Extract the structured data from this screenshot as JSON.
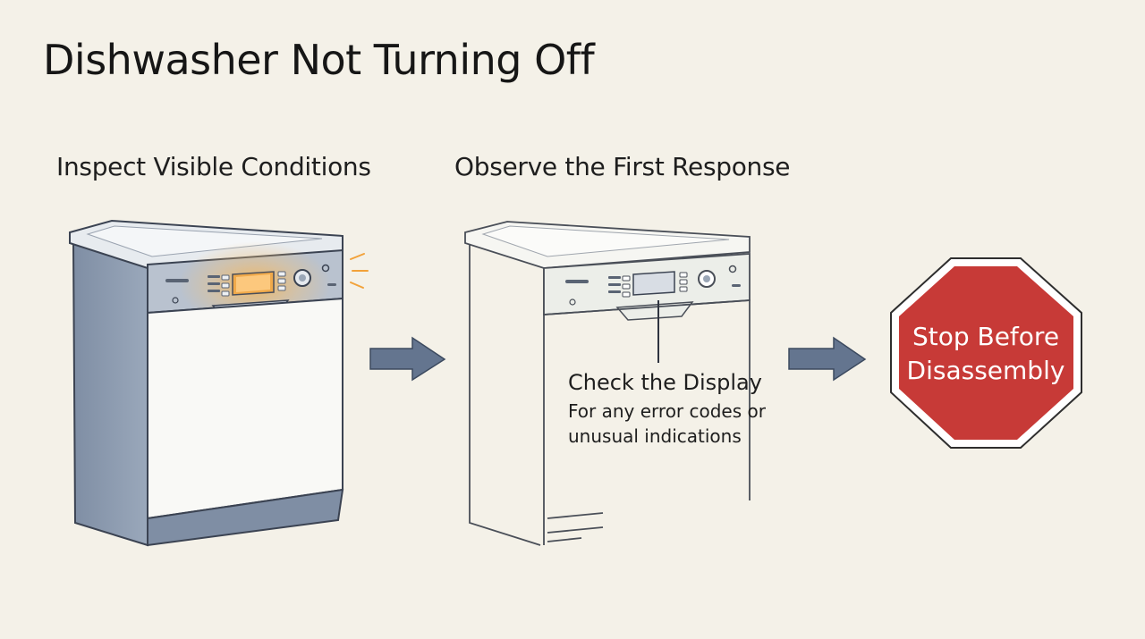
{
  "title": "Dishwasher Not Turning Off",
  "steps": [
    {
      "heading": "Inspect Visible Conditions",
      "illustration": "dishwasher-icon",
      "state": "display-glowing"
    },
    {
      "heading": "Observe the First Response",
      "illustration": "dishwasher-icon",
      "callout": {
        "title": "Check the Display",
        "body": "For any error codes or unusual indications"
      }
    }
  ],
  "flow_icons": [
    "arrow-right-icon",
    "arrow-right-icon"
  ],
  "stop_sign": {
    "icon": "stop-sign-icon",
    "label": "Stop Before Disassembly",
    "color": "#c73a37"
  },
  "colors": {
    "background": "#f4f1e8",
    "appliance_steel": "#8d9cb1",
    "glow": "#f2a23a",
    "arrow": "#64758f"
  }
}
